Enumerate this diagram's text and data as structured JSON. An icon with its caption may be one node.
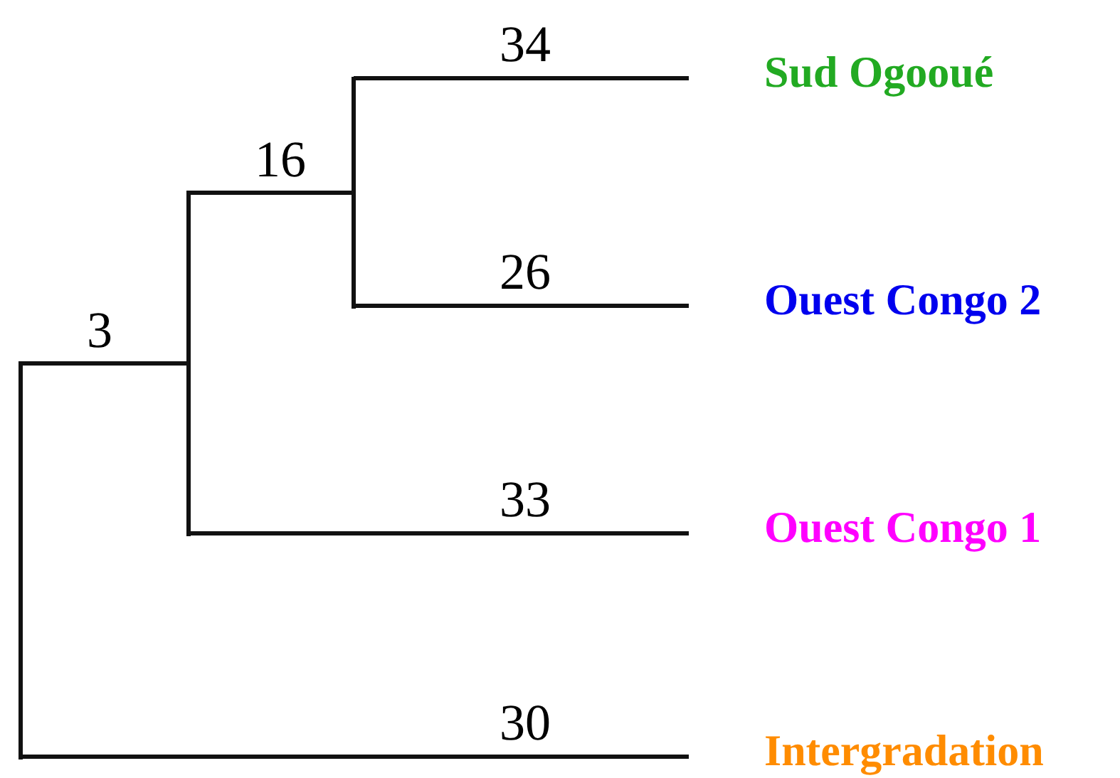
{
  "diagram": {
    "nodes": [
      {
        "text": [
          "Sud Ogooué"
        ]
      },
      {
        "text": [
          "Ouest Congo 2"
        ]
      },
      {
        "text": [
          "Ouest Congo 1"
        ]
      },
      {
        "text": [
          "Intergradation"
        ]
      },
      {
        "text": [],
        "shape": "bar"
      },
      {
        "text": [],
        "shape": "bar"
      },
      {
        "text": [],
        "shape": "bar"
      }
    ],
    "edges": [
      {
        "from": 4,
        "to": 5,
        "arrow": "none",
        "label": "3"
      },
      {
        "from": 5,
        "to": 6,
        "arrow": "none",
        "label": "16"
      },
      {
        "from": 6,
        "to": 0,
        "arrow": "none",
        "label": "34"
      },
      {
        "from": 6,
        "to": 1,
        "arrow": "none",
        "label": "26"
      },
      {
        "from": 5,
        "to": 2,
        "arrow": "none",
        "label": "33"
      },
      {
        "from": 4,
        "to": 3,
        "arrow": "none",
        "label": "30"
      }
    ]
  }
}
